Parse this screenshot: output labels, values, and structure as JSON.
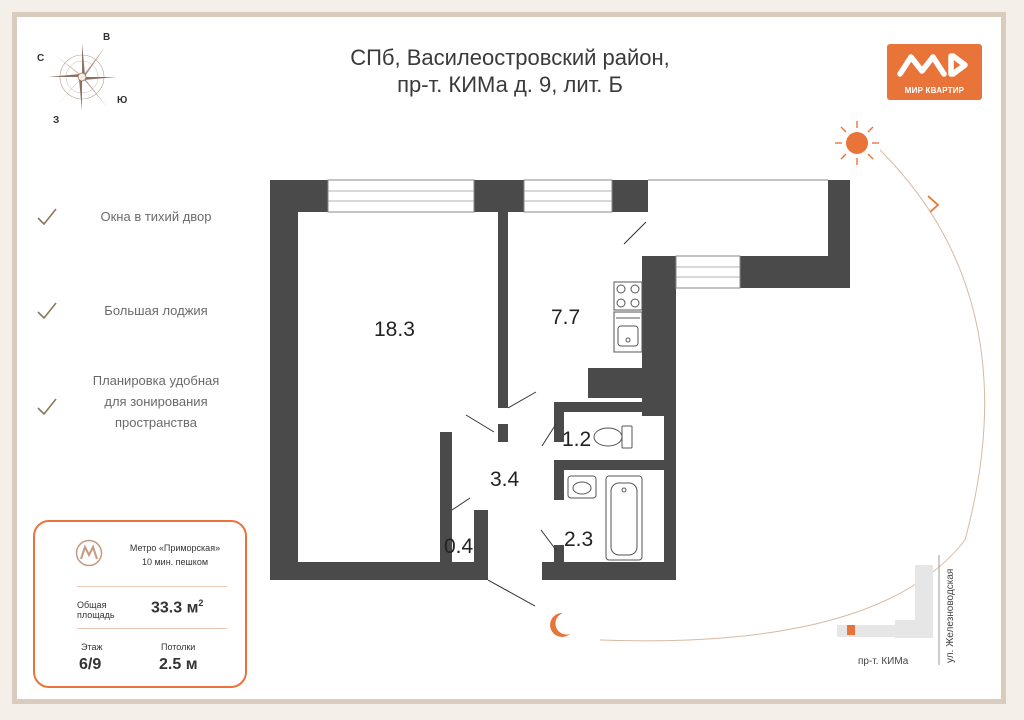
{
  "title": {
    "line1": "СПб, Василеостровский район,",
    "line2": "пр-т. КИМа д. 9, лит. Б"
  },
  "logo": {
    "text": "МИР КВАРТИР",
    "color": "#e9743a"
  },
  "compass": {
    "north": "В",
    "west": "С",
    "east": "Ю",
    "south": "З"
  },
  "features": [
    {
      "lines": [
        "Окна в тихий двор"
      ]
    },
    {
      "lines": [
        "Большая лоджия"
      ]
    },
    {
      "lines": [
        "Планировка удобная",
        "для зонирования",
        "пространства"
      ]
    }
  ],
  "rooms": {
    "living": "18.3",
    "kitchen": "7.7",
    "hall": "3.4",
    "toilet": "1.2",
    "bathroom": "2.3",
    "closet": "0.4"
  },
  "info": {
    "metro_name": "Метро «Приморская»",
    "metro_walk": "10 мин. пешком",
    "area_label_1": "Общая",
    "area_label_2": "площадь",
    "area_value": "33.3 м",
    "area_unit_sup": "2",
    "floor_label": "Этаж",
    "floor_value": "6/9",
    "ceiling_label": "Потолки",
    "ceiling_value": "2.5 м"
  },
  "map": {
    "street_vertical": "ул. Железноводская",
    "street_horizontal": "пр-т. КИМа"
  },
  "colors": {
    "accent": "#e9743a",
    "wall": "#4a4a4a",
    "frame": "#d9cbbd"
  }
}
